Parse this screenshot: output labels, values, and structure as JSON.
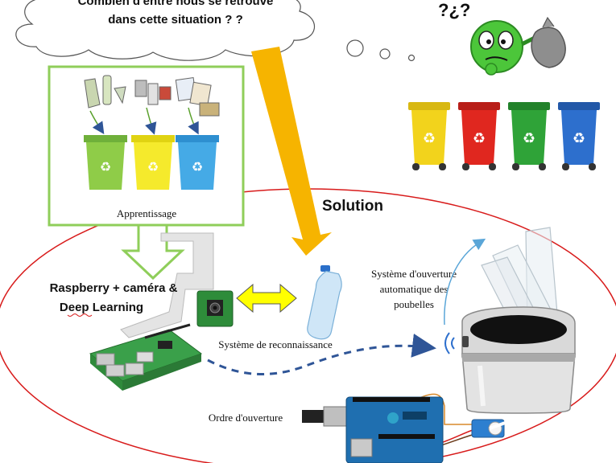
{
  "cloud": {
    "line1": "Combien d'entre nous se retrouve",
    "line2": "dans cette situation ? ?"
  },
  "thought_marks": "?¿?",
  "learning_box": {
    "label": "Apprentissage"
  },
  "solution_label": "Solution",
  "rpi_label": {
    "line1": "Raspberry + caméra &",
    "line2": "Deep Learning"
  },
  "recognition_label": "Système de reconnaissance",
  "opening_system_label": {
    "line1": "Système d'ouverture",
    "line2": "automatique des",
    "line3": "poubelles"
  },
  "order_label": "Ordre d'ouverture",
  "colors": {
    "arrow_orange": "#f6b400",
    "arrow_yellow": "#ffff00",
    "box_green": "#8fce5a",
    "ellipse_red": "#d81b1b",
    "dashed_blue": "#2f5597",
    "bin_yellow": "#f2d31c",
    "bin_red": "#e0271f",
    "bin_green": "#2fa338",
    "bin_blue": "#2d6fcd"
  }
}
